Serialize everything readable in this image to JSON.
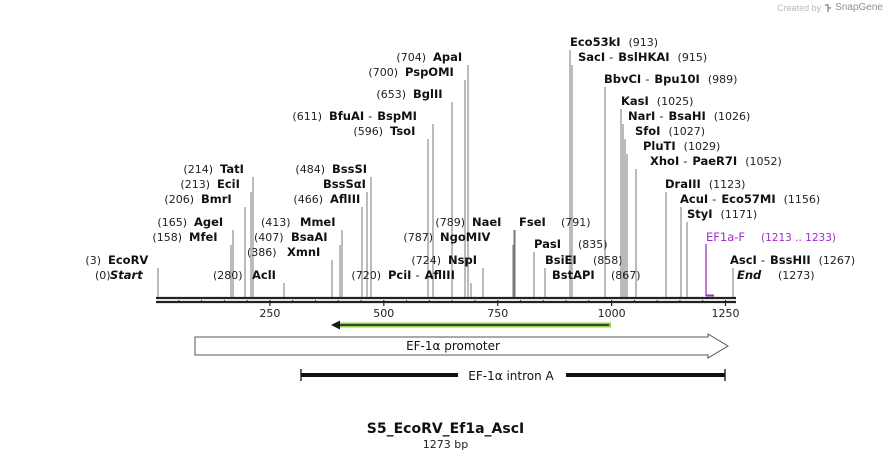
{
  "credit": {
    "prefix": "Created by",
    "brand": "SnapGene"
  },
  "title": "S5_EcoRV_Ef1a_AscI",
  "subtitle": "1273 bp",
  "sequence": {
    "start": 0,
    "end": 1273
  },
  "axis_ticks": [
    "250",
    "500",
    "750",
    "1000",
    "1250"
  ],
  "start_label": "Start",
  "end_label": "End",
  "sites": [
    {
      "names": [
        "EcoRV"
      ],
      "pos": "(3)"
    },
    {
      "names": [
        "AclI"
      ],
      "pos": "(280)"
    },
    {
      "names": [
        "MfeI"
      ],
      "pos": "(158)"
    },
    {
      "names": [
        "AgeI"
      ],
      "pos": "(165)"
    },
    {
      "names": [
        "BmrI"
      ],
      "pos": "(206)"
    },
    {
      "names": [
        "EciI"
      ],
      "pos": "(213)"
    },
    {
      "names": [
        "TatI"
      ],
      "pos": "(214)"
    },
    {
      "names": [
        "XmnI"
      ],
      "pos": "(386)"
    },
    {
      "names": [
        "BsaAI"
      ],
      "pos": "(407)"
    },
    {
      "names": [
        "MmeI"
      ],
      "pos": "(413)"
    },
    {
      "names": [
        "AflIII"
      ],
      "pos": "(466)"
    },
    {
      "names": [
        "BssSαI"
      ],
      "pos": ""
    },
    {
      "names": [
        "BssSI"
      ],
      "pos": "(484)"
    },
    {
      "names": [
        "TsoI"
      ],
      "pos": "(596)"
    },
    {
      "names": [
        "BfuAI",
        "BspMI"
      ],
      "pos": "(611)"
    },
    {
      "names": [
        "BglII"
      ],
      "pos": "(653)"
    },
    {
      "names": [
        "PspOMI"
      ],
      "pos": "(700)"
    },
    {
      "names": [
        "ApaI"
      ],
      "pos": "(704)"
    },
    {
      "names": [
        "PciI",
        "AflIII"
      ],
      "pos": "(720)"
    },
    {
      "names": [
        "NspI"
      ],
      "pos": "(724)"
    },
    {
      "names": [
        "NgoMIV"
      ],
      "pos": "(787)"
    },
    {
      "names": [
        "NaeI"
      ],
      "pos": "(789)"
    },
    {
      "names": [
        "FseI"
      ],
      "pos": "(791)"
    },
    {
      "names": [
        "PasI"
      ],
      "pos": "(835)"
    },
    {
      "names": [
        "BsiEI"
      ],
      "pos": "(858)"
    },
    {
      "names": [
        "BstAPI"
      ],
      "pos": "(867)"
    },
    {
      "names": [
        "Eco53kI"
      ],
      "pos": "(913)"
    },
    {
      "names": [
        "SacI",
        "BslHKAI"
      ],
      "pos": "(915)"
    },
    {
      "names": [
        "BbvCI",
        "Bpu10I"
      ],
      "pos": "(989)"
    },
    {
      "names": [
        "KasI"
      ],
      "pos": "(1025)"
    },
    {
      "names": [
        "NarI",
        "BsaHI"
      ],
      "pos": "(1026)"
    },
    {
      "names": [
        "SfoI"
      ],
      "pos": "(1027)"
    },
    {
      "names": [
        "PluTI"
      ],
      "pos": "(1029)"
    },
    {
      "names": [
        "XhoI",
        "PaeR7I"
      ],
      "pos": "(1052)"
    },
    {
      "names": [
        "DraIII"
      ],
      "pos": "(1123)"
    },
    {
      "names": [
        "AcuI",
        "Eco57MI"
      ],
      "pos": "(1156)"
    },
    {
      "names": [
        "StyI"
      ],
      "pos": "(1171)"
    },
    {
      "names": [
        "AscI",
        "BssHII"
      ],
      "pos": "(1267)"
    }
  ],
  "primer": {
    "name": "EF1a-F",
    "range": "(1213 .. 1233)",
    "color": "#9b2fc4"
  },
  "features": [
    {
      "label": "EF-1α promoter",
      "type": "arrow",
      "start": 83,
      "end": 1273
    },
    {
      "label": "EF-1α intron A",
      "type": "bar",
      "start": 320,
      "end": 1270
    }
  ],
  "orf": {
    "start": 405,
    "end": 1045,
    "direction": "reverse",
    "color": "#8fd048"
  },
  "colors": {
    "text": "#111111",
    "line": "#777777",
    "backbone": "#222222"
  }
}
